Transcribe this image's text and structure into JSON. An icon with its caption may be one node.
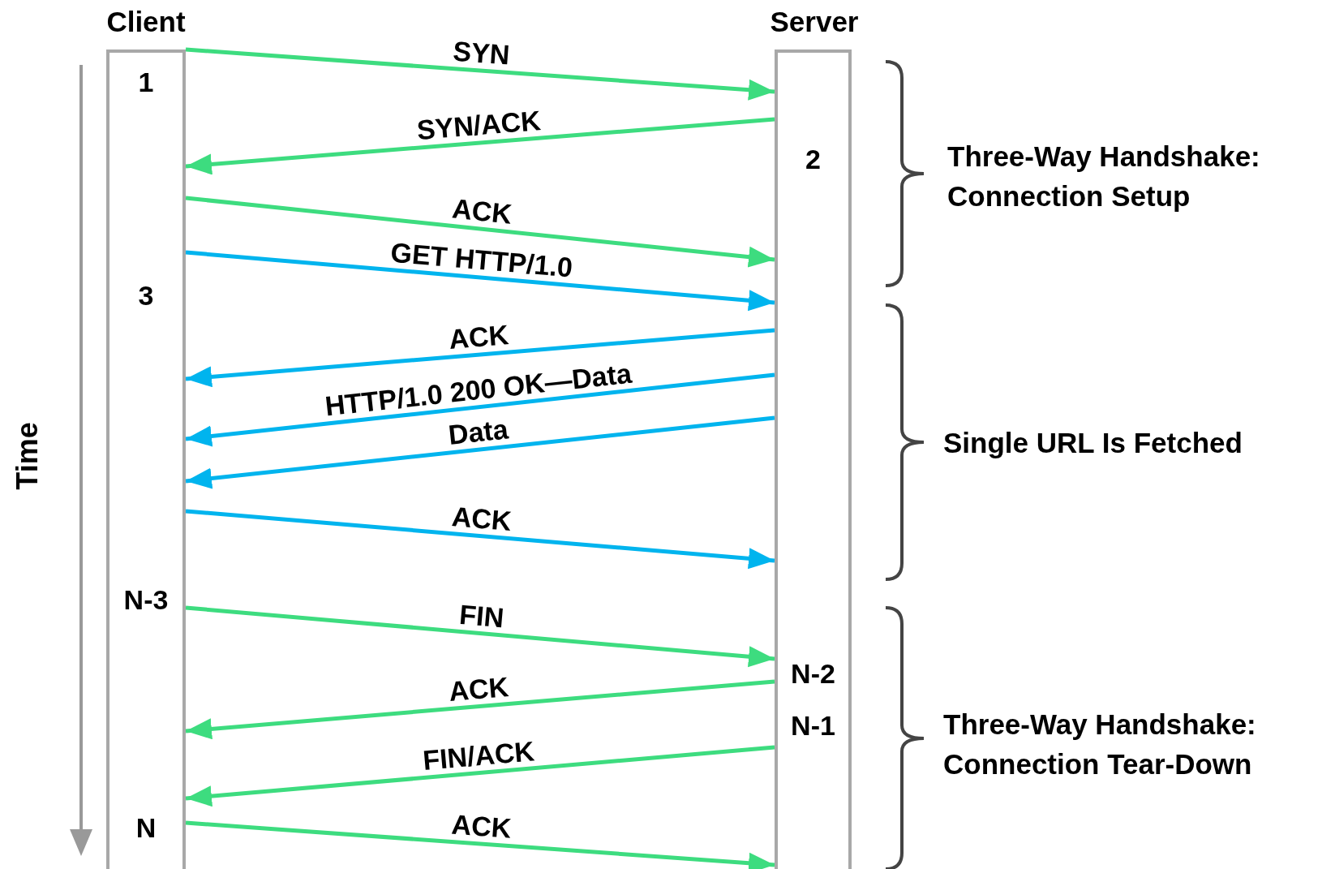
{
  "diagram": {
    "nodes": [
      {
        "text": [
          "Client",
          "1",
          "3",
          "N-3",
          "N"
        ]
      },
      {
        "text": [
          "Server",
          "2",
          "N-2",
          "N-1"
        ]
      }
    ],
    "edges": [
      {
        "from": 0,
        "to": 1,
        "arrow": "to",
        "label": "SYN"
      },
      {
        "from": 1,
        "to": 0,
        "arrow": "to",
        "label": "SYN/ACK"
      },
      {
        "from": 0,
        "to": 1,
        "arrow": "to",
        "label": "ACK"
      },
      {
        "from": 0,
        "to": 1,
        "arrow": "to",
        "label": "GET HTTP/1.0",
        "color": "#00b4ee"
      },
      {
        "from": 1,
        "to": 0,
        "arrow": "to",
        "label": "ACK",
        "color": "#00b4ee"
      },
      {
        "from": 1,
        "to": 0,
        "arrow": "to",
        "label": "HTTP/1.0 200 OK—Data",
        "color": "#00b4ee"
      },
      {
        "from": 1,
        "to": 0,
        "arrow": "to",
        "label": "Data",
        "color": "#00b4ee"
      },
      {
        "from": 0,
        "to": 1,
        "arrow": "to",
        "label": "ACK",
        "color": "#00b4ee"
      },
      {
        "from": 0,
        "to": 1,
        "arrow": "to",
        "label": "FIN"
      },
      {
        "from": 1,
        "to": 0,
        "arrow": "to",
        "label": "ACK"
      },
      {
        "from": 1,
        "to": 0,
        "arrow": "to",
        "label": "FIN/ACK"
      },
      {
        "from": 0,
        "to": 1,
        "arrow": "to",
        "label": "ACK"
      }
    ],
    "labels": [
      "Time",
      "Three-Way Handshake: Connection Setup",
      "Single URL Is Fetched",
      "Three-Way Handshake: Connection Tear-Down"
    ]
  }
}
